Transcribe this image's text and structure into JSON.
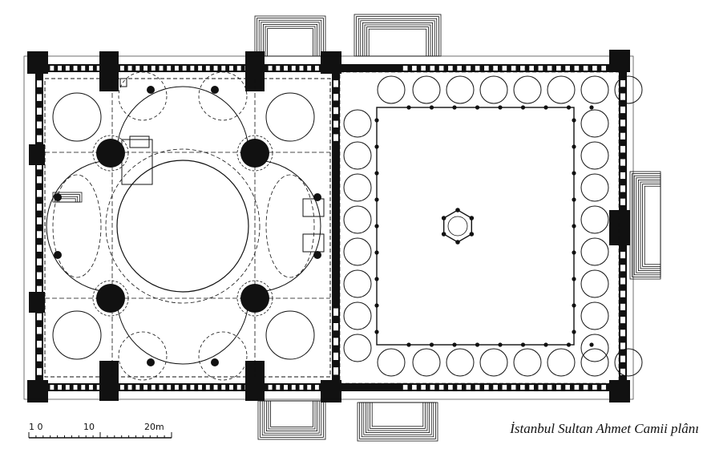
{
  "caption": "İstanbul Sultan Ahmet Camii plânı",
  "scale_bar": {
    "labels": [
      "1 0",
      "10",
      "20m"
    ]
  },
  "colors": {
    "ink": "#111111",
    "paper": "#ffffff"
  }
}
